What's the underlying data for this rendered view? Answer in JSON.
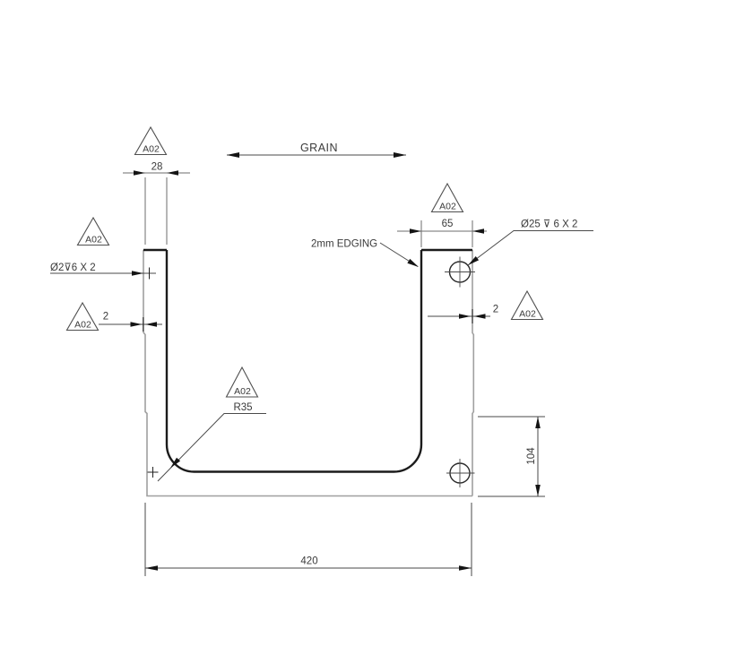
{
  "drawing": {
    "grain_label": "GRAIN",
    "datum_label": "A02",
    "callouts": {
      "top_hole": "Ø25 ⊽ 6 X 2",
      "edge_hole": "Ø2⊽6  X 2",
      "edging": "2mm EDGING",
      "corner_radius": "R35"
    },
    "dimensions": {
      "left_arm_width": "28",
      "right_arm_width": "65",
      "edging_left": "2",
      "edging_right": "2",
      "right_edge_height": "104",
      "overall_width": "420"
    },
    "colors": {
      "background": "#ffffff",
      "outline_bold": "#1b1b1b",
      "outline_thin": "#a0a0a0",
      "dimension_lines": "#6e6e6e",
      "text": "#3a3a3a",
      "datum_triangles": "#4f4f4f"
    }
  }
}
